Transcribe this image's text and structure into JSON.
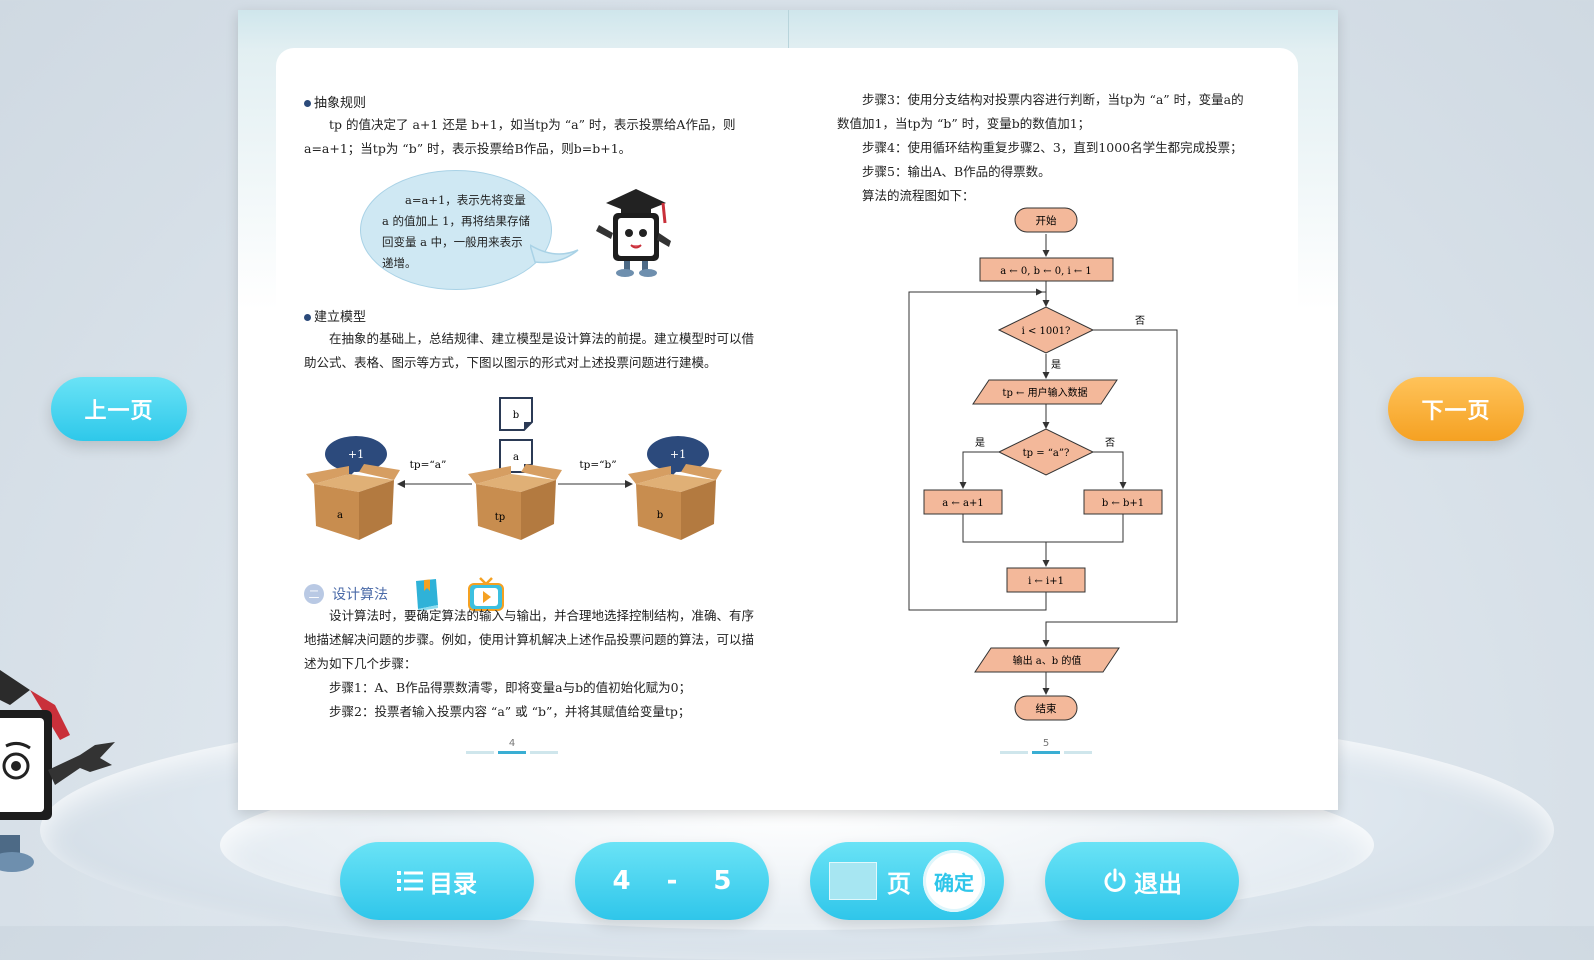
{
  "left_page": {
    "heading1": "抽象规则",
    "para1": "tp 的值决定了 a+1 还是 b+1，如当tp为 “a” 时，表示投票给A作品，则a=a+1；当tp为 “b” 时，表示投票给B作品，则b=b+1。",
    "bubble_text": "a=a+1，表示先将变量 a 的值加上 1，再将结果存储回变量 a 中，一般用来表示递增。",
    "heading2": "建立模型",
    "para2": "在抽象的基础上，总结规律、建立模型是设计算法的前提。建立模型时可以借助公式、表格、图示等方式，下图以图示的形式对上述投票问题进行建模。",
    "diagram": {
      "plus_left": "+1",
      "plus_right": "+1",
      "box_left": "a",
      "box_center": "tp",
      "box_right": "b",
      "card_top": "b",
      "card_bottom": "a",
      "arrow_left": "tp=“a”",
      "arrow_right": "tp=“b”"
    },
    "section_num": "二",
    "section_title": "设计算法",
    "para3": "设计算法时，要确定算法的输入与输出，并合理地选择控制结构，准确、有序地描述解决问题的步骤。例如，使用计算机解决上述作品投票问题的算法，可以描述为如下几个步骤：",
    "step1": "步骤1：A、B作品得票数清零，即将变量a与b的值初始化赋为0；",
    "step2": "步骤2：投票者输入投票内容 “a” 或 “b”，并将其赋值给变量tp；",
    "page_number": "4"
  },
  "right_page": {
    "step3": "步骤3：使用分支结构对投票内容进行判断，当tp为 “a” 时，变量a的数值加1，当tp为 “b” 时，变量b的数值加1；",
    "step4": "步骤4：使用循环结构重复步骤2、3，直到1000名学生都完成投票；",
    "step5": "步骤5：输出A、B作品的得票数。",
    "flow_intro": "算法的流程图如下：",
    "flowchart": {
      "start": "开始",
      "init": "a ← 0, b ← 0, i ← 1",
      "cond1": "i < 1001?",
      "no1": "否",
      "yes1": "是",
      "input": "tp ← 用户输入数据",
      "cond2": "tp = “a”?",
      "yes2": "是",
      "no2": "否",
      "inc_a": "a ← a+1",
      "inc_b": "b ← b+1",
      "inc_i": "i ← i+1",
      "output": "输出 a、b 的值",
      "end": "结束"
    },
    "page_number": "5"
  },
  "nav": {
    "prev": "上一页",
    "next": "下一页",
    "toc": "目录",
    "range_from": "4",
    "range_sep": "-",
    "range_to": "5",
    "page_label": "页",
    "confirm": "确定",
    "exit": "退出"
  },
  "colors": {
    "accent_cyan": "#2ec8ea",
    "accent_orange": "#f5a122",
    "flow_fill": "#f3b89a",
    "bubble_fill": "#cfe8f3"
  }
}
